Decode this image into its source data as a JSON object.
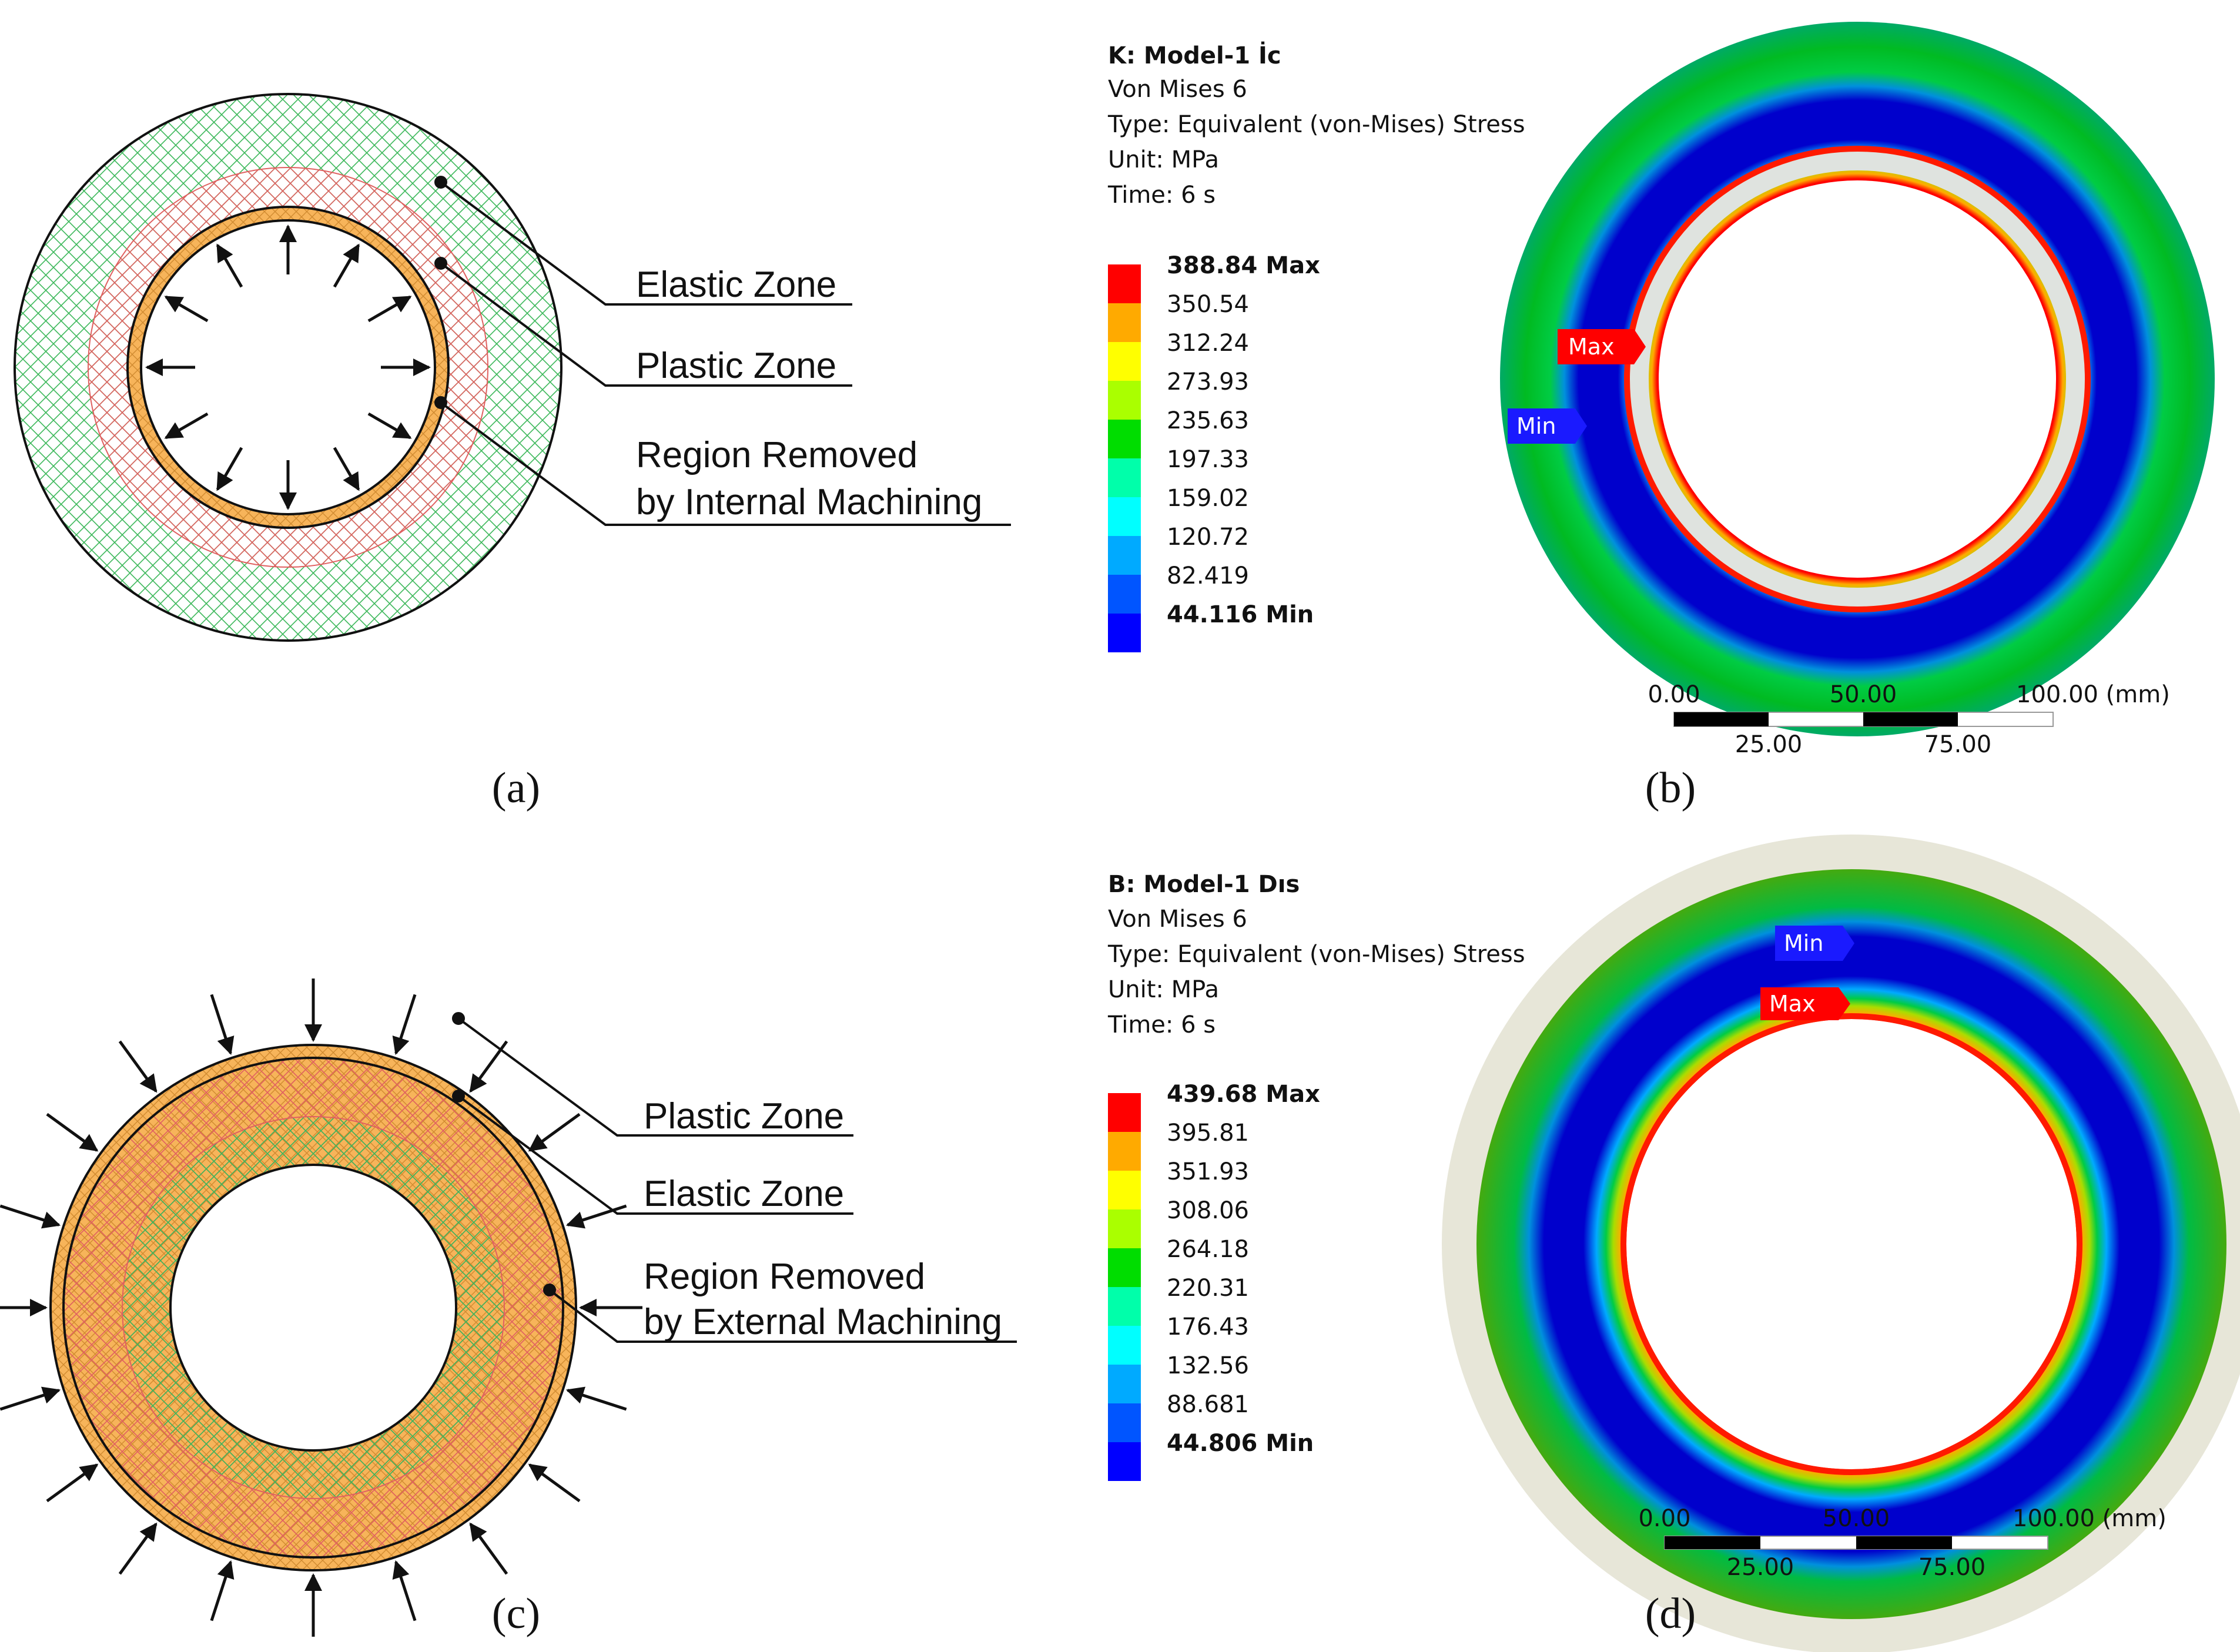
{
  "panel_a": {
    "caption": "(a)",
    "labels": [
      "Elastic Zone",
      "Plastic Zone",
      "Region Removed",
      "by Internal Machining"
    ]
  },
  "panel_b": {
    "caption": "(b)",
    "header": {
      "title": "K: Model-1 İc",
      "line1": "Von Mises 6",
      "line2": "Type: Equivalent (von-Mises) Stress",
      "line3": "Unit: MPa",
      "line4": "Time: 6 s"
    },
    "legend": [
      "388.84 Max",
      "350.54",
      "312.24",
      "273.93",
      "235.63",
      "197.33",
      "159.02",
      "120.72",
      "82.419",
      "44.116 Min"
    ],
    "tags": {
      "max": "Max",
      "min": "Min"
    },
    "scale": {
      "t0": "0.00",
      "t50": "50.00",
      "t100": "100.00 (mm)",
      "t25": "25.00",
      "t75": "75.00"
    }
  },
  "panel_c": {
    "caption": "(c)",
    "labels": [
      "Plastic Zone",
      "Elastic Zone",
      "Region Removed",
      "by External Machining"
    ]
  },
  "panel_d": {
    "caption": "(d)",
    "header": {
      "title": "B: Model-1 Dıs",
      "line1": "Von Mises 6",
      "line2": "Type: Equivalent (von-Mises) Stress",
      "line3": "Unit: MPa",
      "line4": "Time: 6 s"
    },
    "legend": [
      "439.68 Max",
      "395.81",
      "351.93",
      "308.06",
      "264.18",
      "220.31",
      "176.43",
      "132.56",
      "88.681",
      "44.806 Min"
    ],
    "tags": {
      "max": "Max",
      "min": "Min"
    },
    "scale": {
      "t0": "0.00",
      "t50": "50.00",
      "t100": "100.00 (mm)",
      "t25": "25.00",
      "t75": "75.00"
    }
  },
  "colors": {
    "legend": [
      "#ff0000",
      "#ffaa00",
      "#ffff00",
      "#aaff00",
      "#00dd00",
      "#00ffaa",
      "#00ffff",
      "#00aaff",
      "#0055ff",
      "#0000ff"
    ],
    "stress_ring": "#f5a54a",
    "plastic_hatch": "#e06060",
    "elastic_hatch": "#3cb85a"
  }
}
